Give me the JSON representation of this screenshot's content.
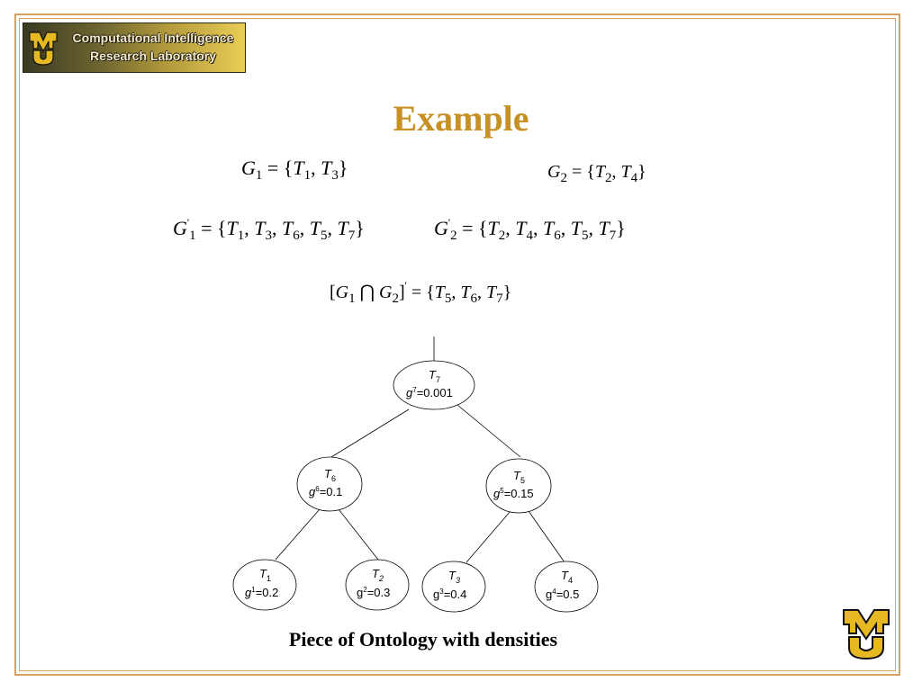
{
  "banner": {
    "line1": "Computational Intelligence",
    "line2": "Research Laboratory",
    "logo_text": "MU"
  },
  "title": "Example",
  "equations": {
    "g1": {
      "name": "G",
      "sub": "1",
      "rhs": [
        "1",
        "3"
      ]
    },
    "g2": {
      "name": "G",
      "sub": "2",
      "rhs": [
        "2",
        "4"
      ]
    },
    "g1p": {
      "name": "G",
      "sub": "1",
      "prime": "'",
      "rhs": [
        "1",
        "3",
        "6",
        "5",
        "7"
      ]
    },
    "g2p": {
      "name": "G",
      "sub": "2",
      "prime": "'",
      "rhs": [
        "2",
        "4",
        "6",
        "5",
        "7"
      ]
    },
    "inter": {
      "rhs": [
        "5",
        "6",
        "7"
      ]
    }
  },
  "tree": {
    "nodes": [
      {
        "id": "T7",
        "label": "T",
        "label_sub": "7",
        "g": "g",
        "g_sup": "7",
        "value": "=0.001"
      },
      {
        "id": "T6",
        "label": "T",
        "label_sub": "6",
        "g": "g",
        "g_sup": "6",
        "value": "=0.1"
      },
      {
        "id": "T5",
        "label": "T",
        "label_sub": "5",
        "g": "g",
        "g_sup": "5",
        "value": "=0.15"
      },
      {
        "id": "T1",
        "label": "T",
        "label_sub": "1",
        "g": "g",
        "g_sup": "1",
        "value": "=0.2"
      },
      {
        "id": "T2",
        "label": "T",
        "label_sub": "2",
        "g": "g",
        "g_sup": "2",
        "value": "=0.3"
      },
      {
        "id": "T3",
        "label": "T",
        "label_sub": "3",
        "g": "g",
        "g_sup": "3",
        "value": "=0.4"
      },
      {
        "id": "T4",
        "label": "T",
        "label_sub": "4",
        "g": "g",
        "g_sup": "4",
        "value": "=0.5"
      }
    ]
  },
  "caption": "Piece of Ontology with densities",
  "colors": {
    "title": "#c79126",
    "frame": "#d8a45c",
    "logo_gold": "#e6b822"
  }
}
